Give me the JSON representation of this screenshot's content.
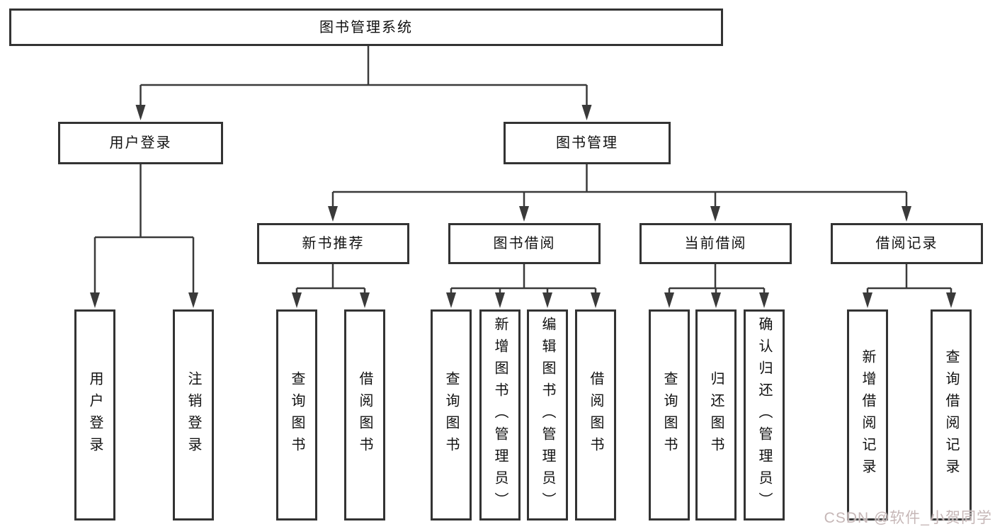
{
  "tree": {
    "root": "图书管理系统",
    "branches": [
      {
        "label": "用户登录",
        "children": [
          "用户登录",
          "注销登录"
        ]
      },
      {
        "label": "图书管理",
        "children": [
          {
            "label": "新书推荐",
            "children": [
              "查询图书",
              "借阅图书"
            ]
          },
          {
            "label": "图书借阅",
            "children": [
              "查询图书",
              "新增图书（管理员）",
              "编辑图书（管理员）",
              "借阅图书"
            ]
          },
          {
            "label": "当前借阅",
            "children": [
              "查询图书",
              "归还图书",
              "确认归还（管理员）"
            ]
          },
          {
            "label": "借阅记录",
            "children": [
              "新增借阅记录",
              "查询借阅记录"
            ]
          }
        ]
      }
    ]
  },
  "watermark": {
    "text": "CSDN @软件_小贺同学"
  },
  "colors": {
    "line": "#3a3a3a",
    "border": "#333333",
    "background": "#ffffff",
    "text": "#111111",
    "watermark_color": "#c6b7b7"
  }
}
